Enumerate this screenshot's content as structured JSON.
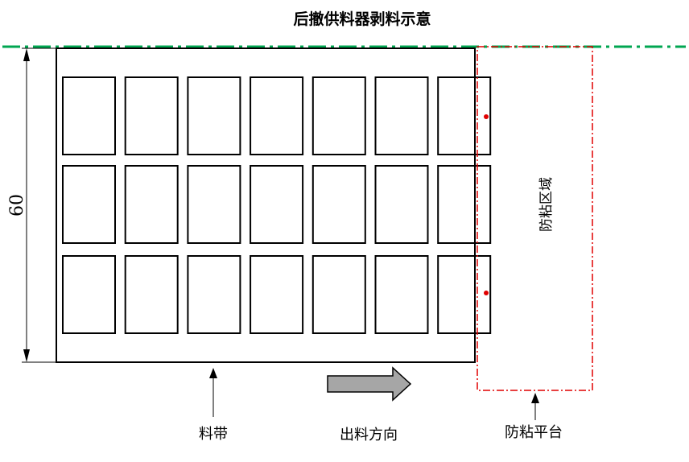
{
  "title": "后撤供料器剥料示意",
  "dimension_label": "60",
  "zone_label": "防粘区域",
  "labels": {
    "tape": "料带",
    "direction": "出料方向",
    "platform": "防粘平台"
  },
  "grid": {
    "rows": 3,
    "cols": 7
  },
  "colors": {
    "outline": "#000000",
    "guide_line": "#00a651",
    "zone_border": "#e00000",
    "marker": "#e00000",
    "arrow_fill": "#a6a6a6"
  }
}
